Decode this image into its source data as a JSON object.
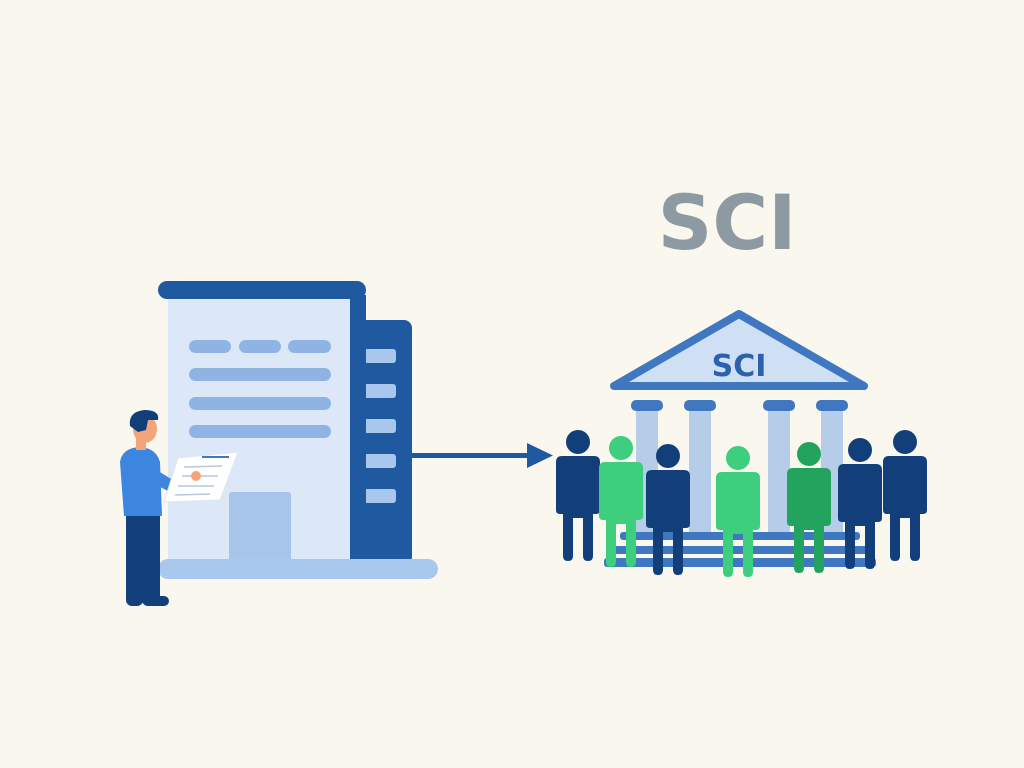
{
  "diagram": {
    "title": "SCI",
    "institution_label": "SCI",
    "flow": {
      "from": "company-building-with-person-reading-document",
      "to": "sci-institution-with-group-of-people",
      "connector": "arrow-right"
    }
  },
  "colors": {
    "background": "#faf8ee",
    "title_gray": "#8d9aa1",
    "dark_blue": "#1f5aa0",
    "navy": "#123f7a",
    "mid_blue": "#3f78c0",
    "light_blue": "#cfe0f5",
    "pale_blue": "#dfeaf8",
    "stripe_blue": "#8fb3e2",
    "column_blue": "#b5cde9",
    "person_blue": "#3c86df",
    "green_light": "#3dcf7d",
    "green_dark": "#23a45e",
    "skin": "#f2a57a"
  }
}
